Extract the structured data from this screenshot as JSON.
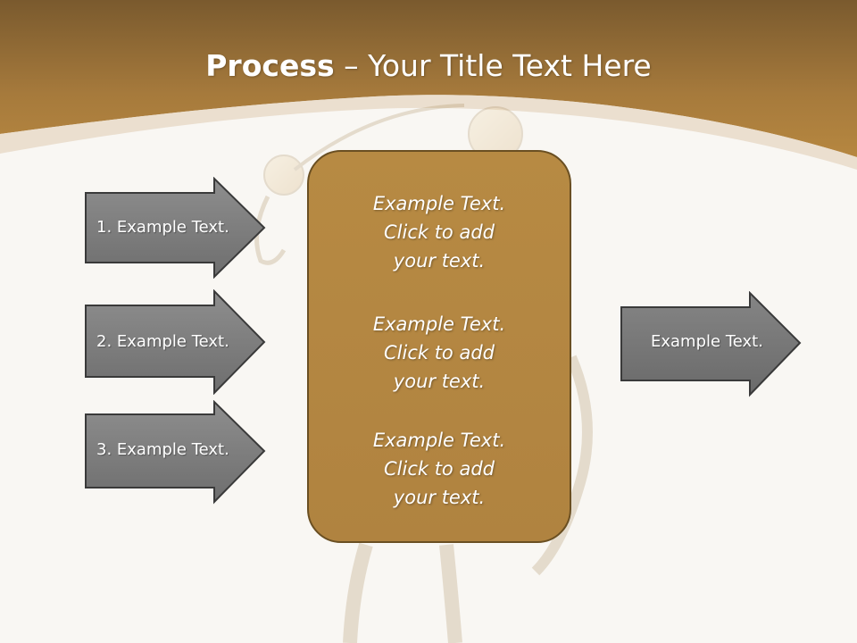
{
  "title": {
    "bold": "Process",
    "rest": " – Your Title Text Here"
  },
  "left_arrows": [
    {
      "label": "1. Example Text."
    },
    {
      "label": "2. Example Text."
    },
    {
      "label": "3. Example Text."
    }
  ],
  "center_box": {
    "blocks": [
      {
        "lines": [
          "Example Text.",
          "Click  to add",
          "your text."
        ]
      },
      {
        "lines": [
          "Example Text.",
          "Click  to add",
          "your text."
        ]
      },
      {
        "lines": [
          "Example Text.",
          "Click  to add",
          "your text."
        ]
      }
    ]
  },
  "right_arrow": {
    "label": "Example Text."
  },
  "colors": {
    "header_brown": "#a8773a",
    "box_gold": "#b58943",
    "arrow_gray": "#7d7d7d",
    "background": "#f9f7f3"
  }
}
